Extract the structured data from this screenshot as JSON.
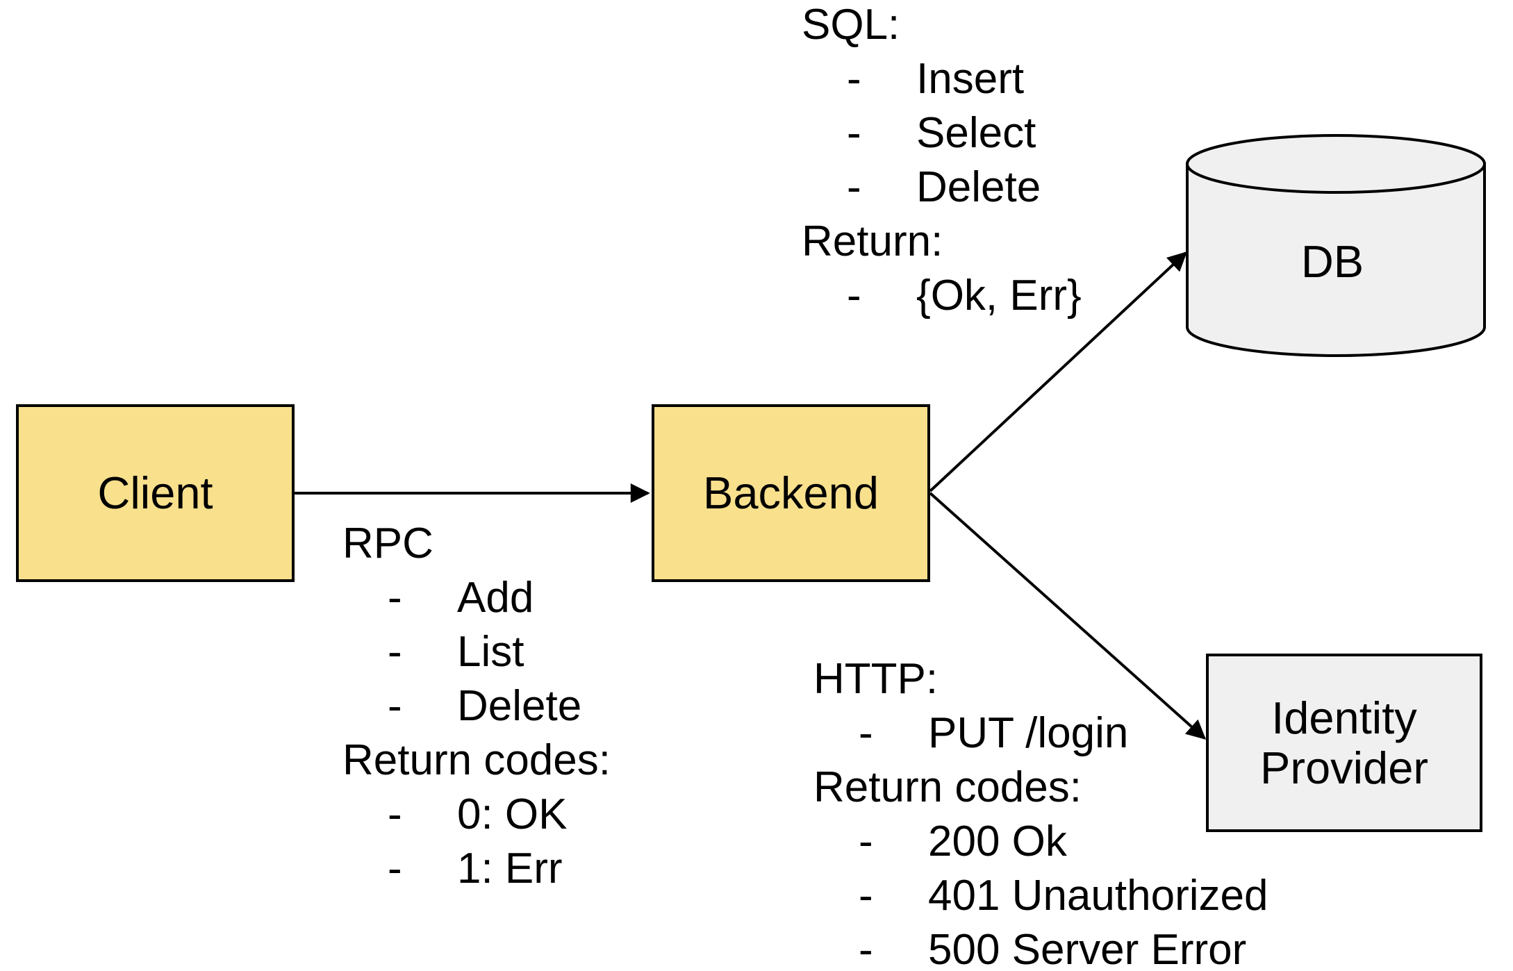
{
  "ui": {
    "bullet_char": "-"
  },
  "colors": {
    "background": "#FFFFFF",
    "node_fill_yellow": "#F8E08D",
    "node_fill_gray": "#F0F0F0",
    "line": "#000000",
    "text": "#000000"
  },
  "nodes": {
    "client": {
      "label": "Client"
    },
    "backend": {
      "label": "Backend"
    },
    "db": {
      "label": "DB"
    },
    "identity_provider": {
      "label_line1": "Identity",
      "label_line2": "Provider"
    }
  },
  "edges": {
    "client_to_backend": {
      "heading": "RPC",
      "items": [
        "Add",
        "List",
        "Delete"
      ],
      "subheading": "Return codes:",
      "sub_items": [
        "0: OK",
        "1: Err"
      ]
    },
    "backend_to_db": {
      "heading": "SQL:",
      "items": [
        "Insert",
        "Select",
        "Delete"
      ],
      "subheading": "Return:",
      "sub_items": [
        "{Ok, Err}"
      ]
    },
    "backend_to_identity_provider": {
      "heading": "HTTP:",
      "items": [
        "PUT /login"
      ],
      "subheading": "Return codes:",
      "sub_items": [
        "200 Ok",
        "401 Unauthorized",
        "500 Server Error"
      ]
    }
  }
}
